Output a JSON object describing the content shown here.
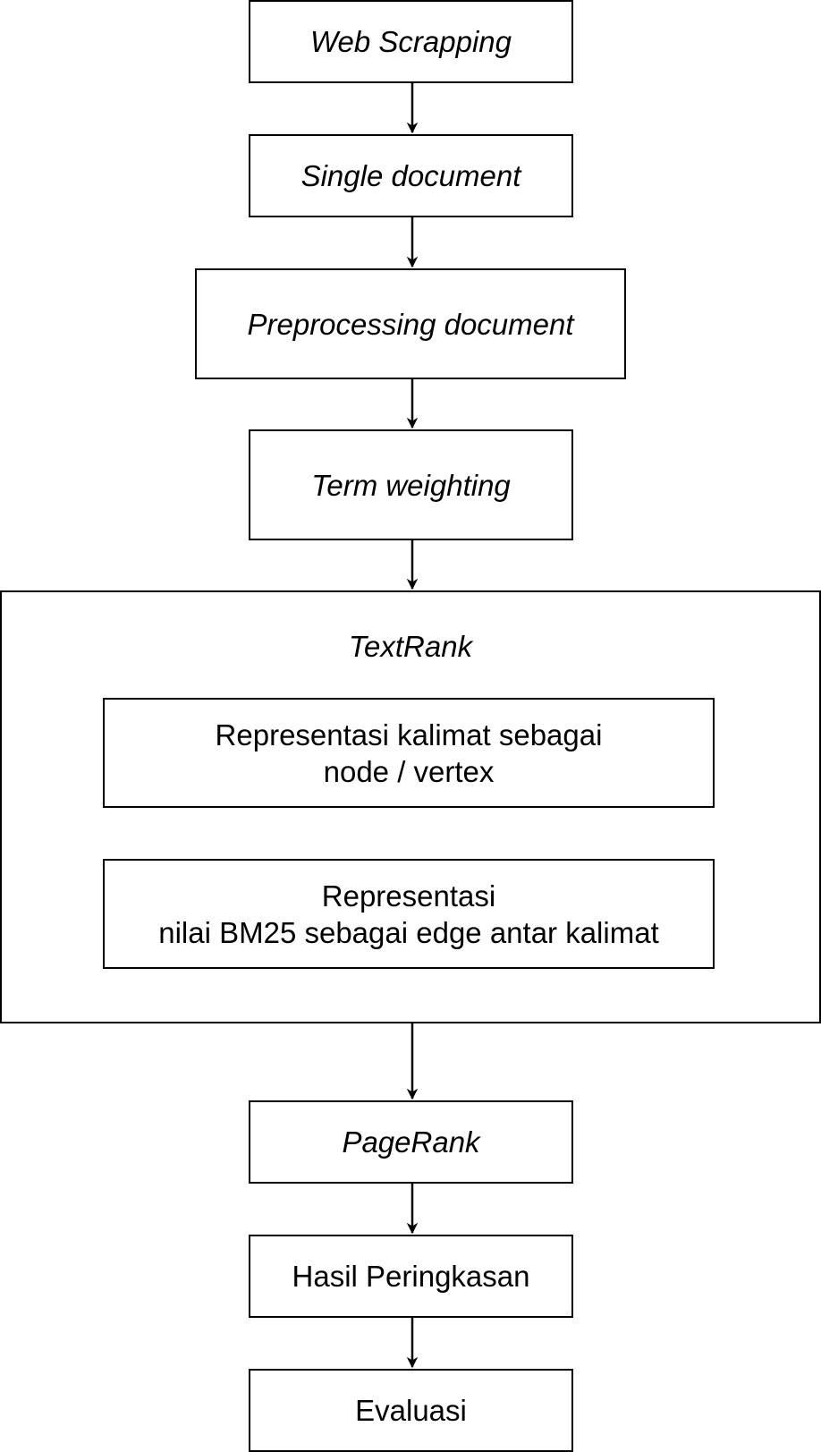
{
  "diagram": {
    "steps": {
      "web_scrapping": "Web Scrapping",
      "single_document": "Single document",
      "preprocessing": "Preprocessing document",
      "term_weighting": "Term weighting",
      "pagerank": "PageRank",
      "hasil": "Hasil Peringkasan",
      "evaluasi": "Evaluasi"
    },
    "textrank": {
      "title": "TextRank",
      "node_line1": "Representasi kalimat sebagai",
      "node_line2": "node / vertex",
      "edge_line1": "Representasi",
      "edge_line2": "nilai BM25 sebagai edge antar kalimat"
    }
  }
}
